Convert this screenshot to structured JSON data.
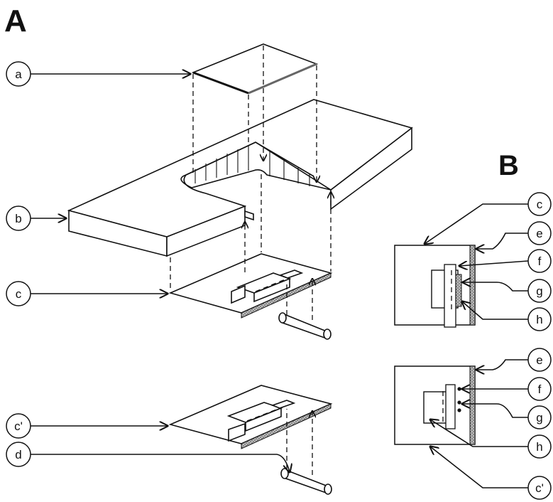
{
  "panels": {
    "a": "A",
    "b": "B"
  },
  "callouts_A": [
    "a",
    "b",
    "c",
    "c'",
    "d"
  ],
  "callouts_B_top": [
    "c",
    "e",
    "f",
    "g",
    "h"
  ],
  "callouts_B_bottom": [
    "e",
    "f",
    "g",
    "h",
    "c'"
  ]
}
